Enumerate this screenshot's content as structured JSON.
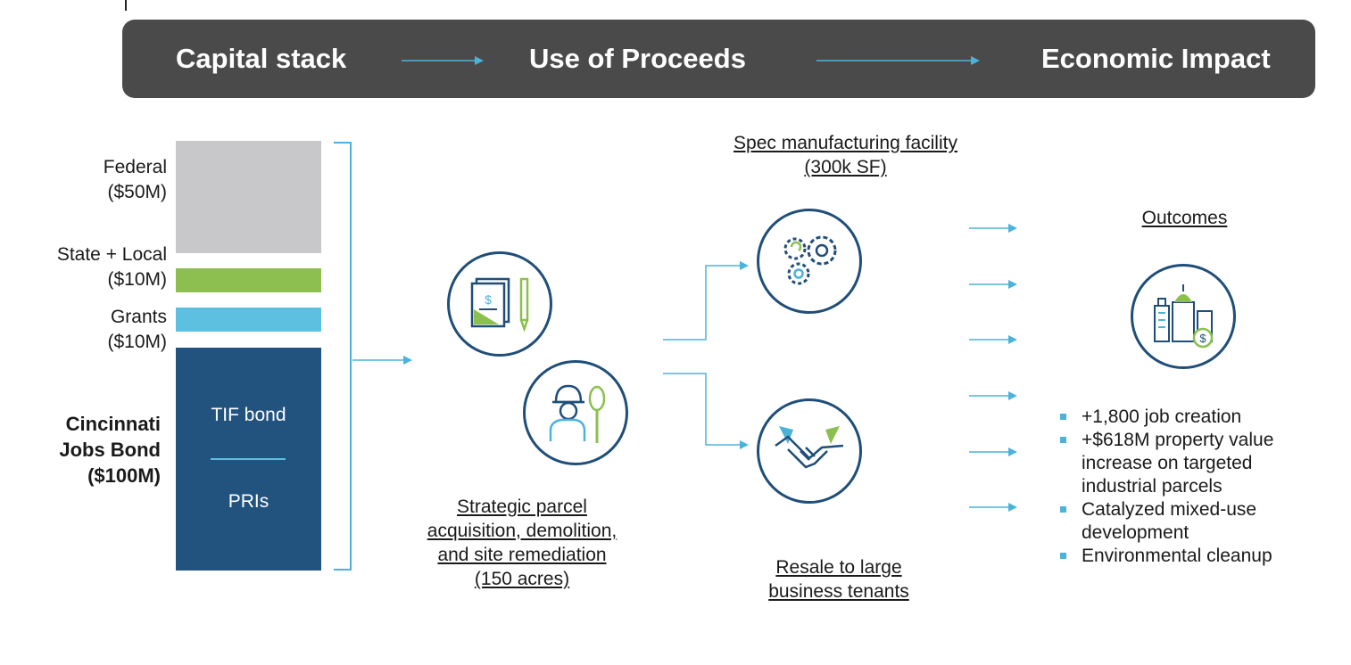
{
  "header": {
    "step1": "Capital stack",
    "step2": "Use of Proceeds",
    "step3": "Economic Impact"
  },
  "capital_stack": {
    "federal": {
      "line1": "Federal",
      "line2": "($50M)",
      "color": "#c8c8ca"
    },
    "state_local": {
      "line1": "State + Local",
      "line2": "($10M)",
      "color": "#8cbf4f"
    },
    "grants": {
      "line1": "Grants",
      "line2": "($10M)",
      "color": "#5dc0e0"
    },
    "jobs_bond": {
      "line1": "Cincinnati",
      "line2": "Jobs Bond",
      "line3": "($100M)",
      "color": "#22537f",
      "inner_top": "TIF bond",
      "inner_bottom": "PRIs"
    }
  },
  "use_of_proceeds": {
    "parcel": {
      "line1": "Strategic parcel",
      "line2": "acquisition, demolition,",
      "line3": "and site remediation",
      "line4": "(150 acres)"
    },
    "spec": {
      "line1": "Spec manufacturing facility",
      "line2": "(300k SF)"
    },
    "resale": {
      "line1": "Resale to large",
      "line2": "business tenants"
    }
  },
  "outcomes": {
    "title": "Outcomes",
    "items": [
      {
        "line1": "+1,800 job creation"
      },
      {
        "line1": "+$618M property value",
        "line2": "increase on targeted",
        "line3": "industrial parcels"
      },
      {
        "line1": "Catalyzed mixed-use",
        "line2": "development"
      },
      {
        "line1": "Environmental cleanup"
      }
    ]
  },
  "icons": [
    "document-pen-icon",
    "worker-shovel-icon",
    "gears-icon",
    "handshake-icon",
    "city-dollar-icon"
  ],
  "colors": {
    "navy": "#1f4e79",
    "accent_blue": "#4bb3d9",
    "green": "#8cbf4f",
    "banner": "#4a4a4a"
  }
}
